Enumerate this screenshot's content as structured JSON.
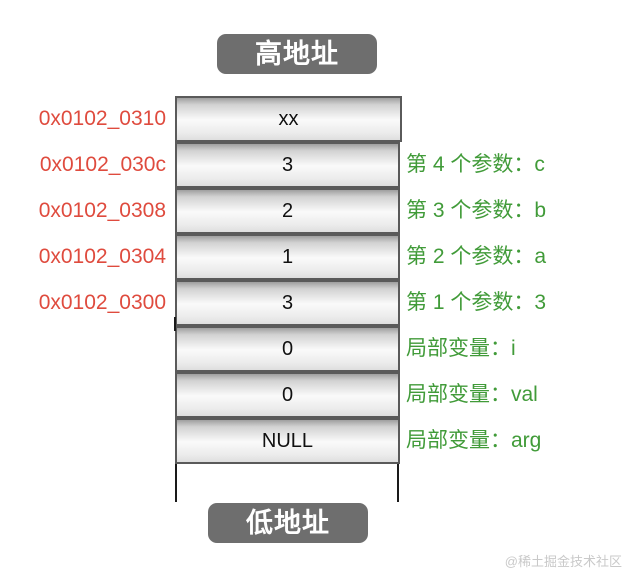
{
  "diagram": {
    "title_top": "高地址",
    "title_bottom": "低地址",
    "watermark": "@稀土掘金技术社区",
    "colors": {
      "address_text": "#df4b3e",
      "label_text": "#419b39",
      "title_background": "#6e6e6e",
      "cell_border": "#5a5a5a",
      "watermark_text": "#c9c9c9"
    },
    "stack": {
      "rows": [
        {
          "address": "0x0102_0310",
          "value": "xx",
          "label": ""
        },
        {
          "address": "0x0102_030c",
          "value": "3",
          "label": "第 4 个参数：c"
        },
        {
          "address": "0x0102_0308",
          "value": "2",
          "label": "第 3 个参数：b"
        },
        {
          "address": "0x0102_0304",
          "value": "1",
          "label": "第 2 个参数：a"
        },
        {
          "address": "0x0102_0300",
          "value": "3",
          "label": "第 1 个参数：3"
        },
        {
          "address": "",
          "value": "0",
          "label": "局部变量：i"
        },
        {
          "address": "",
          "value": "0",
          "label": "局部变量：val"
        },
        {
          "address": "",
          "value": "NULL",
          "label": "局部变量：arg"
        }
      ]
    }
  }
}
